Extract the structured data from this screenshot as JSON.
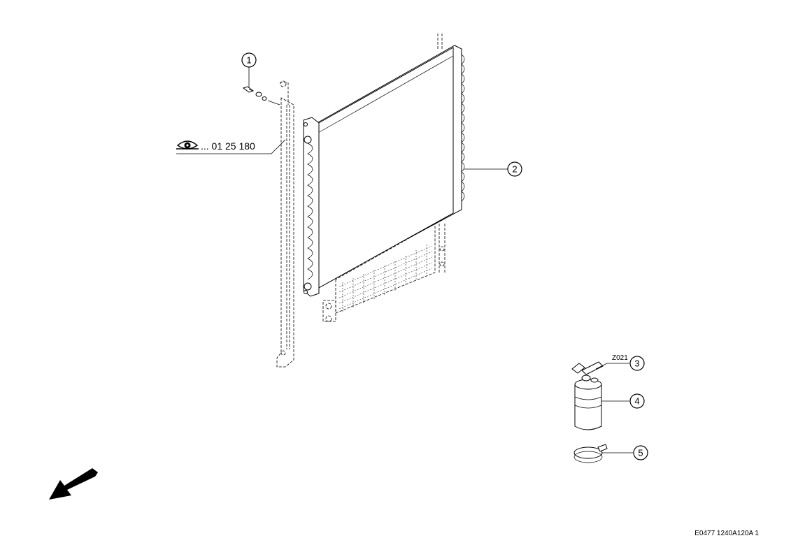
{
  "callouts": [
    {
      "label": "1"
    },
    {
      "label": "2"
    },
    {
      "label": "3"
    },
    {
      "label": "4"
    },
    {
      "label": "5"
    }
  ],
  "reference": {
    "icon": "eye-icon",
    "text": "... 01 25 180"
  },
  "part_code_z021": "Z021",
  "drawing_id": "E0477 1240A120A 1",
  "direction_arrow_icon": "arrow-down-left-icon"
}
